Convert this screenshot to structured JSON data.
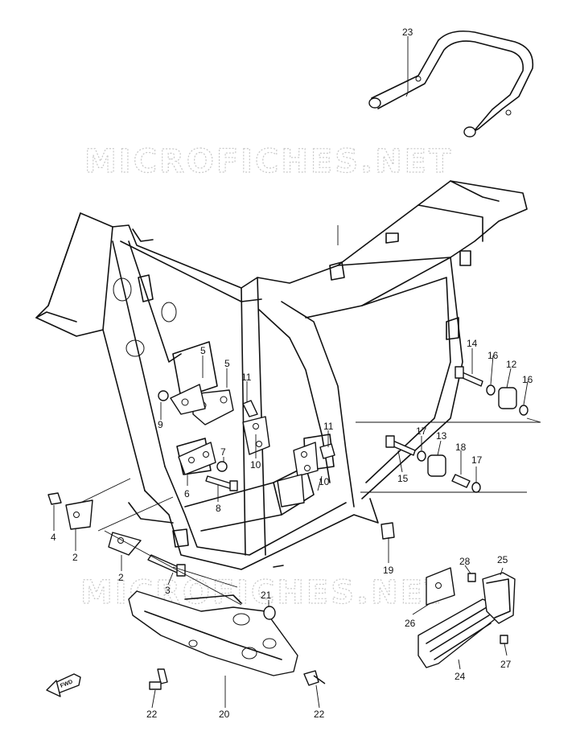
{
  "watermark": "MICROFICHES.NET",
  "fwd_label": "FWD",
  "callouts": [
    {
      "id": "c23",
      "text": "23"
    },
    {
      "id": "c5a",
      "text": "5"
    },
    {
      "id": "c5b",
      "text": "5"
    },
    {
      "id": "c9",
      "text": "9"
    },
    {
      "id": "c11a",
      "text": "11"
    },
    {
      "id": "c7",
      "text": "7"
    },
    {
      "id": "c6",
      "text": "6"
    },
    {
      "id": "c8",
      "text": "8"
    },
    {
      "id": "c10a",
      "text": "10"
    },
    {
      "id": "c11b",
      "text": "11"
    },
    {
      "id": "c10b",
      "text": "10"
    },
    {
      "id": "c4",
      "text": "4"
    },
    {
      "id": "c2a",
      "text": "2"
    },
    {
      "id": "c2b",
      "text": "2"
    },
    {
      "id": "c3",
      "text": "3"
    },
    {
      "id": "c14",
      "text": "14"
    },
    {
      "id": "c16a",
      "text": "16"
    },
    {
      "id": "c12",
      "text": "12"
    },
    {
      "id": "c16b",
      "text": "16"
    },
    {
      "id": "c17a",
      "text": "17"
    },
    {
      "id": "c13",
      "text": "13"
    },
    {
      "id": "c18",
      "text": "18"
    },
    {
      "id": "c17b",
      "text": "17"
    },
    {
      "id": "c15",
      "text": "15"
    },
    {
      "id": "c19",
      "text": "19"
    },
    {
      "id": "c21",
      "text": "21"
    },
    {
      "id": "c28",
      "text": "28"
    },
    {
      "id": "c25",
      "text": "25"
    },
    {
      "id": "c26",
      "text": "26"
    },
    {
      "id": "c27",
      "text": "27"
    },
    {
      "id": "c24",
      "text": "24"
    },
    {
      "id": "c20",
      "text": "20"
    },
    {
      "id": "c22a",
      "text": "22"
    },
    {
      "id": "c22b",
      "text": "22"
    }
  ]
}
